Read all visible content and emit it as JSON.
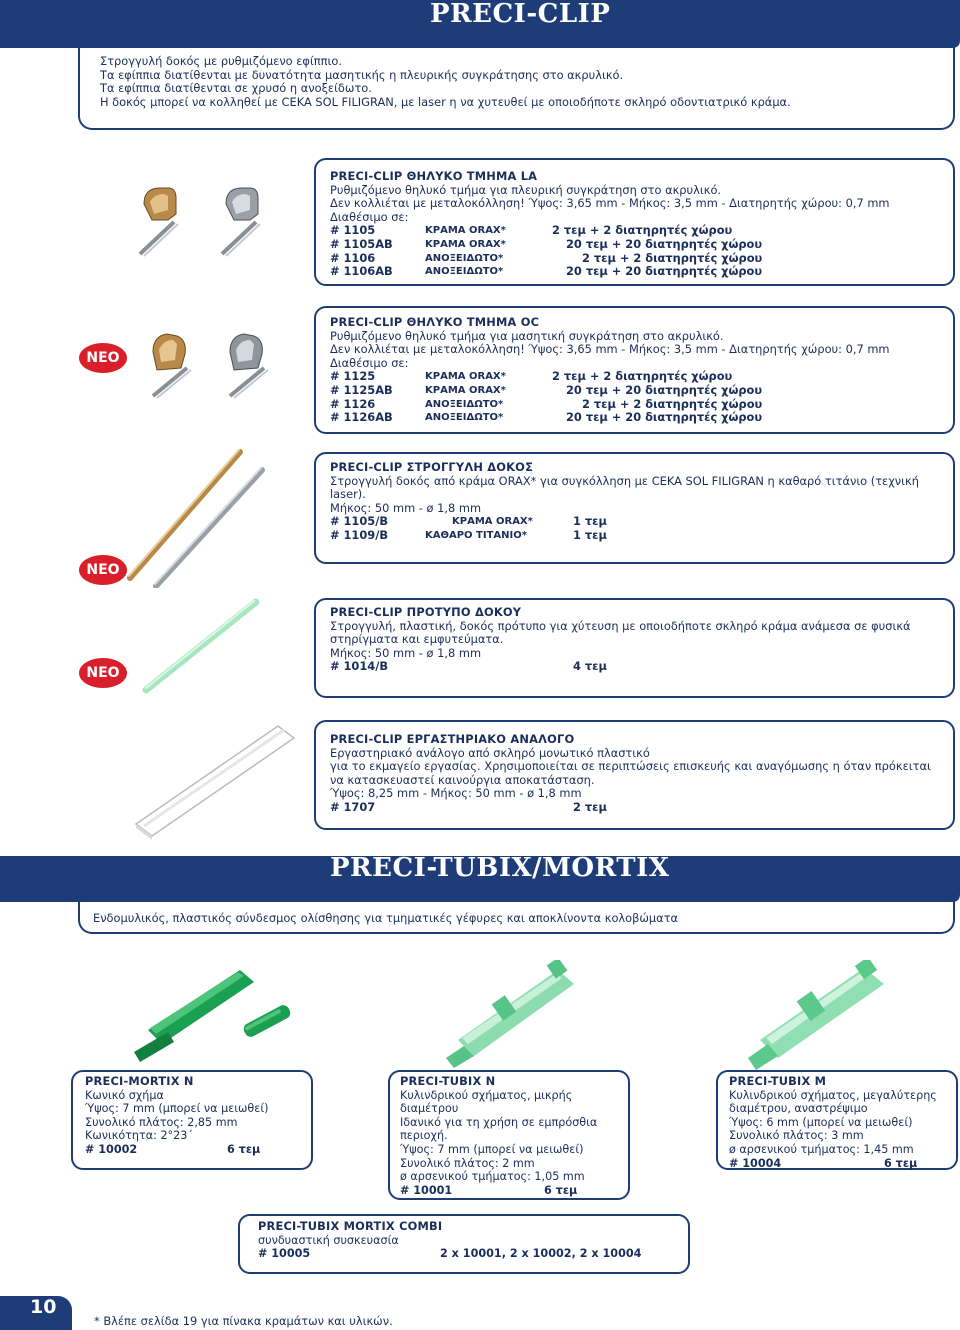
{
  "header": {
    "title": "PRECI-CLIP",
    "intro": [
      "Στρογγυλή δοκός με ρυθμιζόμενο εφίππιο.",
      "Τα εφίππια διατίθενται με δυνατότητα μασητικής η πλευρικής συγκράτησης στο ακρυλικό.",
      "Τα εφίππια διατίθενται σε χρυσό η ανοξείδωτο.",
      "Η δοκός μπορεί να κολληθεί με CEKA SOL FILIGRAN, με laser η να χυτευθεί με οποιοδήποτε σκληρό οδοντιατρικό κράμα."
    ]
  },
  "products": {
    "la": {
      "title": "PRECI-CLIP ΘΗΛΥΚΟ ΤΜΗΜΑ LA",
      "lines": [
        "Ρυθμιζόμενο θηλυκό τμήμα για πλευρική συγκράτηση στο ακρυλικό.",
        "Δεν κολλιέται με μεταλοκόλληση! Ύψος: 3,65 mm - Μήκος: 3,5 mm - Διατηρητής χώρου: 0,7 mm",
        "Διαθέσιμο σε:"
      ],
      "rows": [
        {
          "code": "# 1105",
          "material": "ΚΡΑΜΑ ORAX*",
          "qty": "2 τεμ  + 2 διατηρητές χώρου"
        },
        {
          "code": "# 1105AB",
          "material": "ΚΡΑΜΑ ORAX*",
          "qty": "20 τεμ  + 20 διατηρητές χώρου"
        },
        {
          "code": "# 1106",
          "material": "ΑΝΟΞΕΙΔΩΤΟ*",
          "qty": "2 τεμ  + 2 διατηρητές χώρου"
        },
        {
          "code": "# 1106AB",
          "material": "ΑΝΟΞΕΙΔΩΤΟ*",
          "qty": "20 τεμ  + 20 διατηρητές χώρου"
        }
      ]
    },
    "oc": {
      "title": "PRECI-CLIP ΘΗΛΥΚΟ ΤΜΗΜΑ OC",
      "badge": "NEO",
      "lines": [
        "Ρυθμιζόμενο θηλυκό τμήμα για μασητική συγκράτηση στο ακρυλικό.",
        "Δεν κολλιέται με μεταλοκόλληση! Ύψος: 3,65 mm - Μήκος: 3,5 mm - Διατηρητής χώρου: 0,7 mm",
        "Διαθέσιμο σε:"
      ],
      "rows": [
        {
          "code": "# 1125",
          "material": "ΚΡΑΜΑ ORAX*",
          "qty": "2 τεμ  + 2 διατηρητές χώρου"
        },
        {
          "code": "# 1125AB",
          "material": "ΚΡΑΜΑ ORAX*",
          "qty": "20 τεμ  + 20 διατηρητές χώρου"
        },
        {
          "code": "# 1126",
          "material": "ΑΝΟΞΕΙΔΩΤΟ*",
          "qty": "2 τεμ  + 2 διατηρητές χώρου"
        },
        {
          "code": "# 1126AB",
          "material": "ΑΝΟΞΕΙΔΩΤΟ*",
          "qty": "20 τεμ  + 20 διατηρητές χώρου"
        }
      ]
    },
    "beam": {
      "title": "PRECI-CLIP ΣΤΡΟΓΓΥΛΗ ΔΟΚΟΣ",
      "badge": "NEO",
      "lines": [
        "Στρογγυλή δοκός από κράμα ORAX* για συγκόλληση με CEKA SOL FILIGRAN η καθαρό τιτάνιο (τεχνική",
        "laser).",
        "Μήκος: 50 mm - ø 1,8 mm"
      ],
      "rows": [
        {
          "code": "# 1105/B",
          "material": "ΚΡΑΜΑ ORAX*",
          "qty": "1 τεμ"
        },
        {
          "code": "# 1109/B",
          "material": "ΚΑΘΑΡΟ ΤΙΤΑΝΙΟ*",
          "qty": "1 τεμ"
        }
      ]
    },
    "pattern": {
      "title": "PRECI-CLIP ΠΡΟΤΥΠΟ ΔΟΚΟΥ",
      "badge": "NEO",
      "lines": [
        "Στρογγυλή, πλαστική, δοκός πρότυπο για χύτευση με οποιοδήποτε σκληρό κράμα ανάμεσα σε φυσικά",
        "στηρίγματα και εμφυτεύματα.",
        "Μήκος: 50 mm - ø 1,8 mm"
      ],
      "rows": [
        {
          "code": "# 1014/B",
          "material": "",
          "qty": "4 τεμ"
        }
      ]
    },
    "analog": {
      "title": "PRECI-CLIP ΕΡΓΑΣΤΗΡΙΑΚΟ ΑΝΑΛΟΓΟ",
      "lines": [
        "Εργαστηριακό ανάλογο από σκληρό μονωτικό πλαστικό",
        "για το εκμαγείο εργασίας. Χρησιμοποιείται σε περιπτώσεις επισκευής και αναγόμωσης η όταν πρόκειται",
        "να κατασκευαστεί καινούργια αποκατάσταση.",
        "Ύψος: 8,25 mm - Μήκος: 50 mm - ø 1,8 mm"
      ],
      "rows": [
        {
          "code": "# 1707",
          "material": "",
          "qty": "2 τεμ"
        }
      ]
    }
  },
  "tubix": {
    "title": "PRECI-TUBIX/MORTIX",
    "subtitle": "Ενδομυλικός, πλαστικός σύνδεσμος ολίσθησης για τμηματικές γέφυρες και αποκλίνοντα κολοβώματα",
    "boxes": {
      "mortix_n": {
        "title": "PRECI-MORTIX N",
        "lines": [
          "Κωνικό σχήμα",
          "Ύψος: 7 mm (μπορεί να μειωθεί)",
          "Συνολικό πλάτος: 2,85 mm",
          "Κωνικότητα: 2°23´"
        ],
        "code": "# 10002",
        "qty": "6 τεμ"
      },
      "tubix_n": {
        "title": "PRECI-TUBIX N",
        "lines": [
          "Κυλινδρικού σχήματος, μικρής",
          "διαμέτρου",
          "Ιδανικό για τη χρήση σε εμπρόσθια",
          "περιοχή.",
          "Ύψος: 7 mm (μπορεί να μειωθεί)",
          "Συνολικό πλάτος: 2 mm",
          "ø αρσενικού τμήματος: 1,05 mm"
        ],
        "code": "# 10001",
        "qty": "6 τεμ"
      },
      "tubix_m": {
        "title": "PRECI-TUBIX M",
        "lines": [
          "Κυλινδρικού σχήματος, μεγαλύτερης",
          "διαμέτρου, αναστρέψιμο",
          "Ύψος: 6 mm (μπορεί να μειωθεί)",
          "Συνολικό πλάτος: 3 mm",
          "ø αρσενικού τμήματος: 1,45 mm"
        ],
        "code": "# 10004",
        "qty": "6 τεμ"
      },
      "combi": {
        "title": "PRECI-TUBIX MORTIX COMBI",
        "lines": [
          "συνδυαστική συσκευασία"
        ],
        "code": "# 10005",
        "qty": "2 x 10001, 2 x 10002, 2 x 10004"
      }
    }
  },
  "footer": {
    "page_number": "10",
    "footnote": "* Βλέπε σελίδα 19 για πίνακα κραμάτων και υλικών."
  },
  "colors": {
    "navy": "#1d3c78",
    "badge_red": "#d9202a",
    "gold": "#b88a4a",
    "steel": "#9aa0a8",
    "mint": "#a8e6bf",
    "green": "#1aa050"
  }
}
